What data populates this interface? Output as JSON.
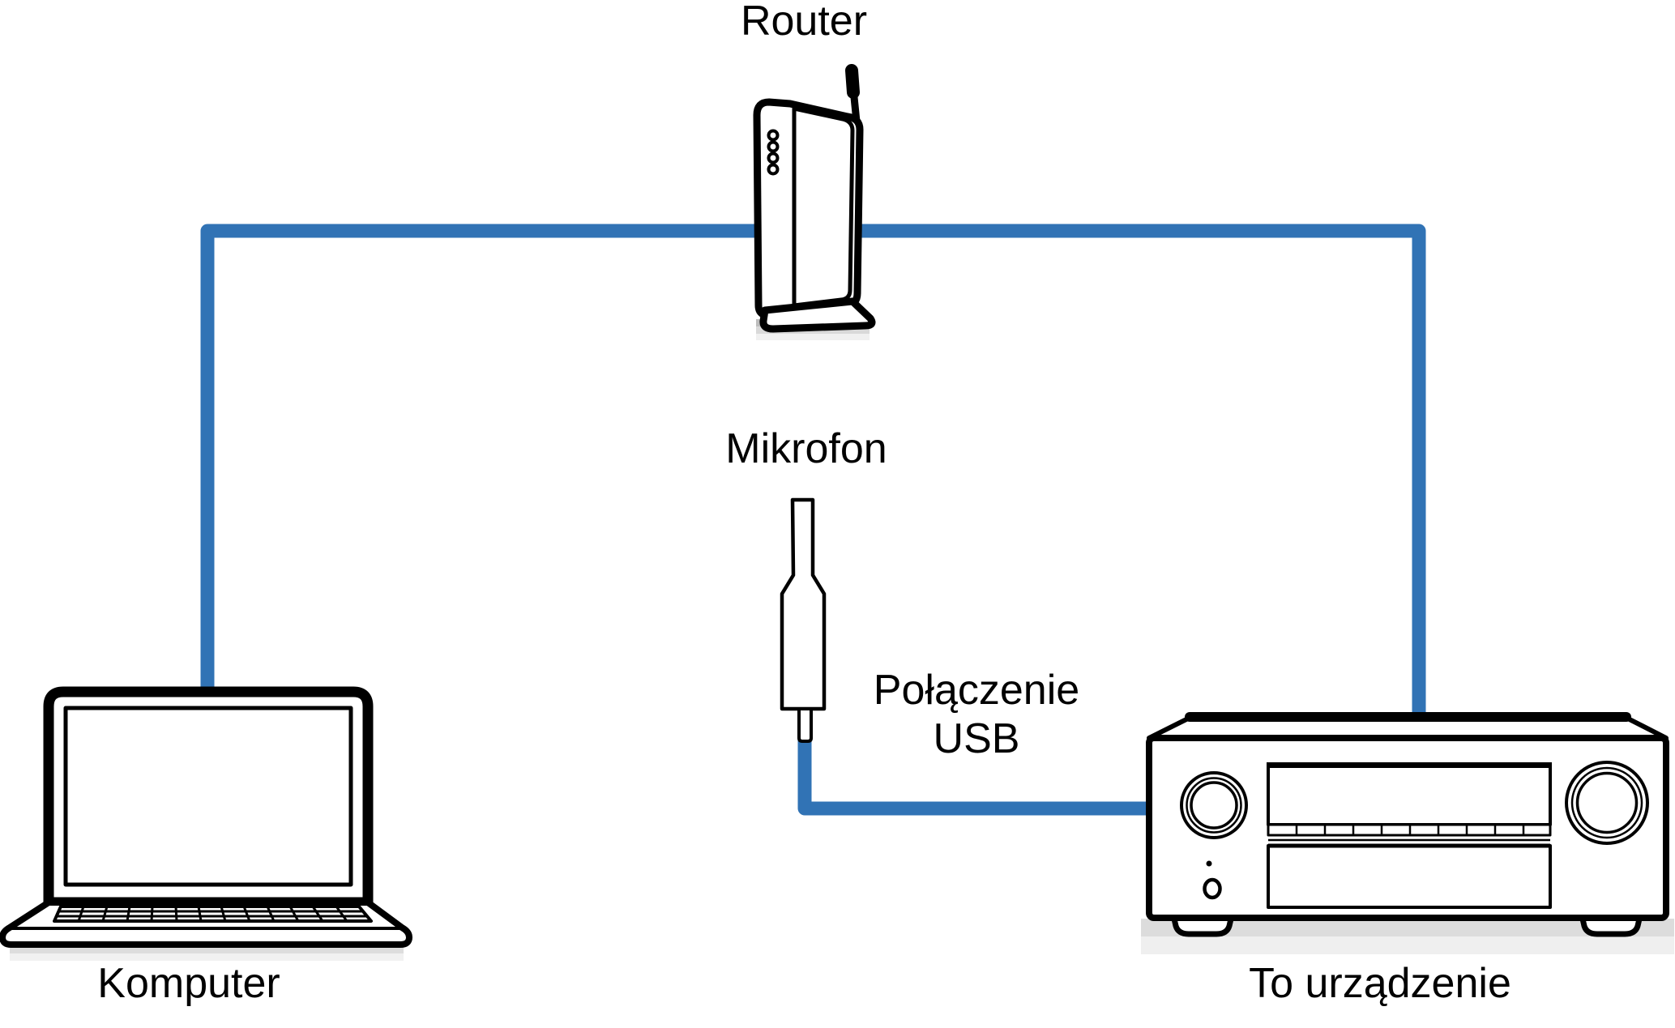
{
  "diagram": {
    "labels": {
      "router": "Router",
      "computer": "Komputer",
      "microphone": "Mikrofon",
      "usb_connection_line1": "Połączenie",
      "usb_connection_line2": "USB",
      "this_unit": "To urządzenie"
    },
    "colors": {
      "cable": "#3173B5",
      "outline": "#000000",
      "device_fill": "#FFFFFF",
      "shadow": "#CDCDCD"
    },
    "connections": [
      {
        "from": "Komputer",
        "to": "Router"
      },
      {
        "from": "Router",
        "to": "To urządzenie"
      },
      {
        "from": "Mikrofon",
        "to": "To urządzenie",
        "label": "Połączenie USB"
      }
    ]
  }
}
